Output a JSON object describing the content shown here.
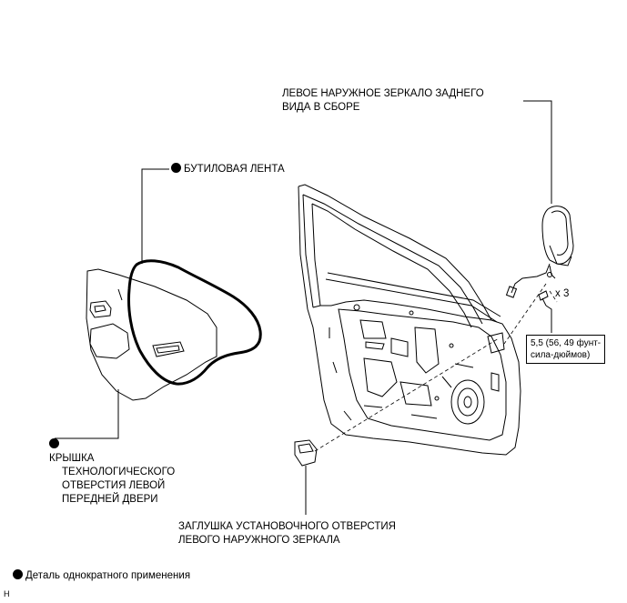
{
  "labels": {
    "mirror_line1": "ЛЕВОЕ НАРУЖНОЕ ЗЕРКАЛО ЗАДНЕГО",
    "mirror_line2": "ВИДА В СБОРЕ",
    "butyl_tape": "БУТИЛОВАЯ ЛЕНТА",
    "cover_line1": "КРЫШКА",
    "cover_line2": "ТЕХНОЛОГИЧЕСКОГО",
    "cover_line3": "ОТВЕРСТИЯ ЛЕВОЙ",
    "cover_line4": "ПЕРЕДНЕЙ ДВЕРИ",
    "plug_line1": "ЗАГЛУШКА УСТАНОВОЧНОГО ОТВЕРСТИЯ",
    "plug_line2": "ЛЕВОГО НАРУЖНОГО ЗЕРКАЛА",
    "quantity": "x 3",
    "torque_line1": "5,5 (56, 49 фунт-",
    "torque_line2": "сила-дюймов)",
    "legend": "Деталь однократного применения",
    "corner_code": "H"
  },
  "icons": {
    "single_use_marker": "filled-circle-icon"
  }
}
